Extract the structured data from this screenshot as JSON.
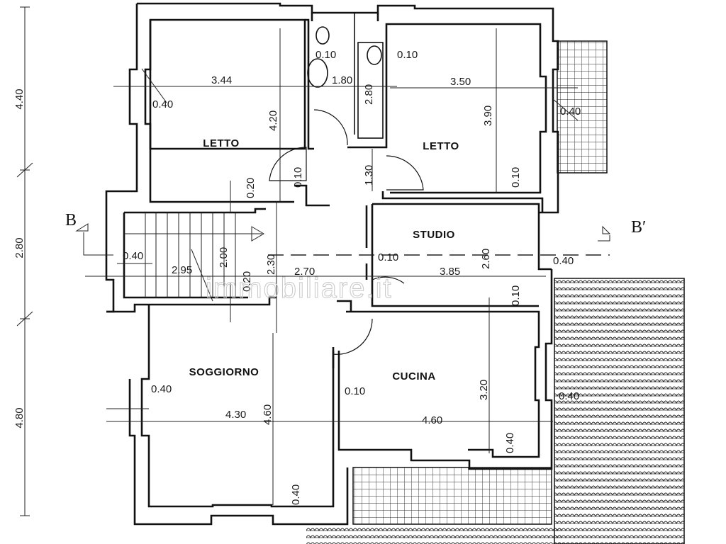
{
  "rooms": {
    "letto_left": "LETTO",
    "letto_right": "LETTO",
    "studio": "STUDIO",
    "soggiorno": "SOGGIORNO",
    "cucina": "CUCINA"
  },
  "overall_dims": {
    "top": "4.40",
    "middle": "2.80",
    "bottom": "4.80"
  },
  "section": {
    "left": "B",
    "right": "B′"
  },
  "dims": {
    "letto_l_width": "3.44",
    "letto_l_depth": "4.20",
    "letto_l_wall": "0.40",
    "letto_l_partition": "0.20",
    "bath_width": "1.80",
    "bath_depth": "2.80",
    "bath_wall_a": "0.10",
    "bath_wall_b": "0.10",
    "bath_door": "1.30",
    "letto_r_width": "3.50",
    "letto_r_depth": "3.90",
    "letto_r_wall": "0.40",
    "letto_r_partition": "0.10",
    "hall_partition": "0.10",
    "stair_depth": "2.30",
    "stair_run": "2.95",
    "stair_a": "2.00",
    "stair_b": "0.20",
    "stair_wall": "0.40",
    "hall_width": "2.70",
    "hall_mid": "0.10",
    "studio_width": "3.85",
    "studio_depth": "2.60",
    "studio_wall": "0.40",
    "studio_partition": "0.10",
    "sogg_wall": "0.40",
    "sogg_width": "4.30",
    "sogg_depth": "4.60",
    "sogg_bottom": "0.40",
    "cucina_partition": "0.10",
    "cucina_width": "4.60",
    "cucina_depth": "3.20",
    "cucina_bottom": "0.40",
    "cucina_wall": "0.40"
  },
  "watermark": "immobiliare.it"
}
